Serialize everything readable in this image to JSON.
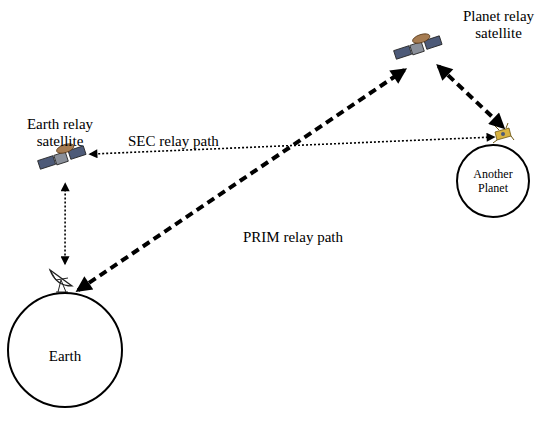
{
  "diagram": {
    "nodes": [
      {
        "text": [
          "Planet relay satellite"
        ]
      },
      {
        "text": [
          "Earth relay satellite"
        ]
      },
      {
        "text": [
          "Another Planet"
        ]
      },
      {
        "text": [
          "Earth"
        ]
      }
    ],
    "edges": [
      {
        "from": 1,
        "to": 2,
        "arrow": "both",
        "label": "SEC relay path"
      },
      {
        "from": 3,
        "to": 0,
        "arrow": "both",
        "label": "PRIM relay path"
      },
      {
        "from": 0,
        "to": 2,
        "arrow": "both"
      },
      {
        "from": 3,
        "to": 1,
        "arrow": "both"
      }
    ]
  }
}
